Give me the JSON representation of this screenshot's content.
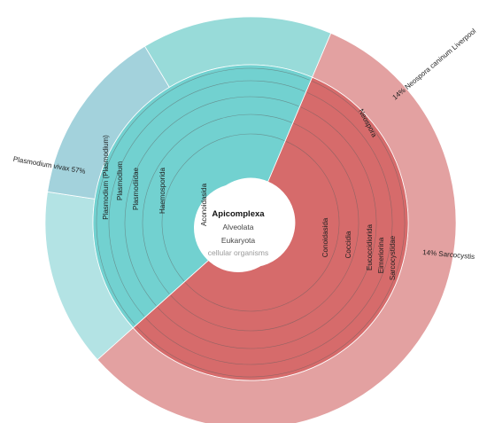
{
  "chart_data": {
    "type": "sunburst",
    "center": {
      "title": "Apicomplexa",
      "lines": [
        "Alveolata",
        "Eukaryota"
      ],
      "root": "cellular organisms"
    },
    "segments": [
      {
        "name": "Plasmodium vivax",
        "percent": 57,
        "percent_label": "57%",
        "lineage": [
          "Aconoidasida",
          "Haemosporida",
          "Plasmodiidae",
          "Plasmodium",
          "Plasmodium (Plasmodium)"
        ],
        "color": "#e3a1a1",
        "inner_color": "#d66b6b"
      },
      {
        "name": "Neospora caninum Liverpool",
        "percent": 14,
        "percent_label": "14%",
        "lineage": [
          "Conoidasida",
          "Coccidia",
          "Eucoccidiorida",
          "Eimeriorina",
          "Sarcocystidae",
          "Neospora"
        ],
        "color": "#b3e3e4",
        "inner_color": "#72d1d0"
      },
      {
        "name": "Sarcocystis",
        "percent": 14,
        "percent_label": "14%",
        "lineage": [
          "Conoidasida",
          "Coccidia",
          "Eucoccidiorida",
          "Eimeriorina",
          "Sarcocystidae"
        ],
        "color": "#a3d2dc",
        "inner_color": "#72d1d0"
      },
      {
        "name": "",
        "percent": 15,
        "percent_label": "",
        "lineage": [
          "Conoidasida",
          "Coccidia",
          "Eucoccidiorida",
          "Eimeriorina",
          "Sarcocystidae"
        ],
        "color": "#98dbd9",
        "inner_color": "#72d1d0"
      }
    ],
    "colors": {
      "plasmodium_outer": "#e3a1a1",
      "plasmodium_inner": "#d66b6b",
      "conoidasida_outer": "#98dbd9",
      "conoidasida_inner": "#72d1d0",
      "neospora": "#b3e3e4",
      "sarcocystis": "#a3d2dc"
    }
  }
}
